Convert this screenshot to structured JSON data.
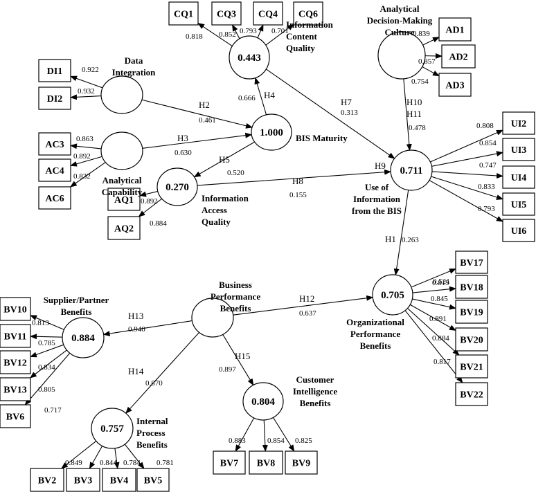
{
  "constructs": {
    "cq": {
      "label": [
        "Information",
        "Content",
        "Quality"
      ],
      "r2": "0.443"
    },
    "di": {
      "label": [
        "Data",
        "Integration"
      ],
      "r2": ""
    },
    "ac": {
      "label": [
        "Analytical",
        "Capability"
      ],
      "r2": ""
    },
    "bm": {
      "label": [
        "BIS Maturity"
      ],
      "r2": "1.000"
    },
    "aq": {
      "label": [
        "Information",
        "Access",
        "Quality"
      ],
      "r2": "0.270"
    },
    "adc": {
      "label": [
        "Analytical",
        "Decision-Making",
        "Culture"
      ],
      "r2": ""
    },
    "ui": {
      "label": [
        "Use of",
        "Information",
        "from the BIS"
      ],
      "r2": "0.711"
    },
    "bpb": {
      "label": [
        "Business",
        "Performance",
        "Benefits"
      ],
      "r2": ""
    },
    "opb": {
      "label": [
        "Organizational",
        "Performance",
        "Benefits"
      ],
      "r2": "0.705"
    },
    "spb": {
      "label": [
        "Supplier/Partner",
        "Benefits"
      ],
      "r2": "0.884"
    },
    "ipb": {
      "label": [
        "Internal",
        "Process",
        "Benefits"
      ],
      "r2": "0.757"
    },
    "cib": {
      "label": [
        "Customer",
        "Intelligence",
        "Benefits"
      ],
      "r2": "0.804"
    }
  },
  "indicators": [
    {
      "id": "CQ1",
      "construct": "cq",
      "loading": "0.818"
    },
    {
      "id": "CQ3",
      "construct": "cq",
      "loading": "0.852"
    },
    {
      "id": "CQ4",
      "construct": "cq",
      "loading": "0.793"
    },
    {
      "id": "CQ6",
      "construct": "cq",
      "loading": "0.701"
    },
    {
      "id": "DI1",
      "construct": "di",
      "loading": "0.922"
    },
    {
      "id": "DI2",
      "construct": "di",
      "loading": "0.932"
    },
    {
      "id": "AC3",
      "construct": "ac",
      "loading": "0.863"
    },
    {
      "id": "AC4",
      "construct": "ac",
      "loading": "0.892"
    },
    {
      "id": "AC6",
      "construct": "ac",
      "loading": "0.832"
    },
    {
      "id": "AQ1",
      "construct": "aq",
      "loading": "0.892"
    },
    {
      "id": "AQ2",
      "construct": "aq",
      "loading": "0.884"
    },
    {
      "id": "AD1",
      "construct": "adc",
      "loading": "0.839"
    },
    {
      "id": "AD2",
      "construct": "adc",
      "loading": "0.857"
    },
    {
      "id": "AD3",
      "construct": "adc",
      "loading": "0.754"
    },
    {
      "id": "UI2",
      "construct": "ui",
      "loading": "0.808"
    },
    {
      "id": "UI3",
      "construct": "ui",
      "loading": "0.854"
    },
    {
      "id": "UI4",
      "construct": "ui",
      "loading": "0.747"
    },
    {
      "id": "UI5",
      "construct": "ui",
      "loading": "0.833"
    },
    {
      "id": "UI6",
      "construct": "ui",
      "loading": "0.793"
    },
    {
      "id": "BV17",
      "construct": "opb",
      "loading": "0.819"
    },
    {
      "id": "BV18",
      "construct": "opb",
      "loading": "0.521"
    },
    {
      "id": "BV19",
      "construct": "opb",
      "loading": "0.845"
    },
    {
      "id": "BV20",
      "construct": "opb",
      "loading": "0.891"
    },
    {
      "id": "BV21",
      "construct": "opb",
      "loading": "0.884"
    },
    {
      "id": "BV22",
      "construct": "opb",
      "loading": "0.817"
    },
    {
      "id": "BV10",
      "construct": "spb",
      "loading": "0.813"
    },
    {
      "id": "BV11",
      "construct": "spb",
      "loading": "0.785"
    },
    {
      "id": "BV12",
      "construct": "spb",
      "loading": "0.834"
    },
    {
      "id": "BV13",
      "construct": "spb",
      "loading": "0.805"
    },
    {
      "id": "BV6",
      "construct": "spb",
      "loading": "0.717"
    },
    {
      "id": "BV2",
      "construct": "ipb",
      "loading": "0.849"
    },
    {
      "id": "BV3",
      "construct": "ipb",
      "loading": "0.844"
    },
    {
      "id": "BV4",
      "construct": "ipb",
      "loading": "0.784"
    },
    {
      "id": "BV5",
      "construct": "ipb",
      "loading": "0.781"
    },
    {
      "id": "BV7",
      "construct": "cib",
      "loading": "0.883"
    },
    {
      "id": "BV8",
      "construct": "cib",
      "loading": "0.854"
    },
    {
      "id": "BV9",
      "construct": "cib",
      "loading": "0.825"
    }
  ],
  "paths": [
    {
      "hyp": "H2",
      "from": "di",
      "to": "bm",
      "coef": "0.461"
    },
    {
      "hyp": "H3",
      "from": "ac",
      "to": "bm",
      "coef": "0.630"
    },
    {
      "hyp": "H4",
      "from": "bm",
      "to": "cq",
      "coef": "0.666"
    },
    {
      "hyp": "H5",
      "from": "bm",
      "to": "aq",
      "coef": "0.520"
    },
    {
      "hyp": "H7",
      "from": "cq",
      "to": "ui",
      "coef": "0.313"
    },
    {
      "hyp": "H8",
      "from": "aq",
      "to": "ui",
      "coef": "0.155"
    },
    {
      "hyp": "H10",
      "from": "adc",
      "to": "ui",
      "coef": ""
    },
    {
      "hyp": "H11",
      "from": "adc",
      "to": "ui",
      "coef": "0.478"
    },
    {
      "hyp": "H9",
      "from": "",
      "to": "ui",
      "coef": ""
    },
    {
      "hyp": "H1",
      "from": "ui",
      "to": "opb",
      "coef": "0.263"
    },
    {
      "hyp": "H12",
      "from": "bpb",
      "to": "opb",
      "coef": "0.637"
    },
    {
      "hyp": "H13",
      "from": "bpb",
      "to": "spb",
      "coef": "0.940"
    },
    {
      "hyp": "H14",
      "from": "bpb",
      "to": "ipb",
      "coef": "0.870"
    },
    {
      "hyp": "H15",
      "from": "bpb",
      "to": "cib",
      "coef": "0.897"
    }
  ]
}
